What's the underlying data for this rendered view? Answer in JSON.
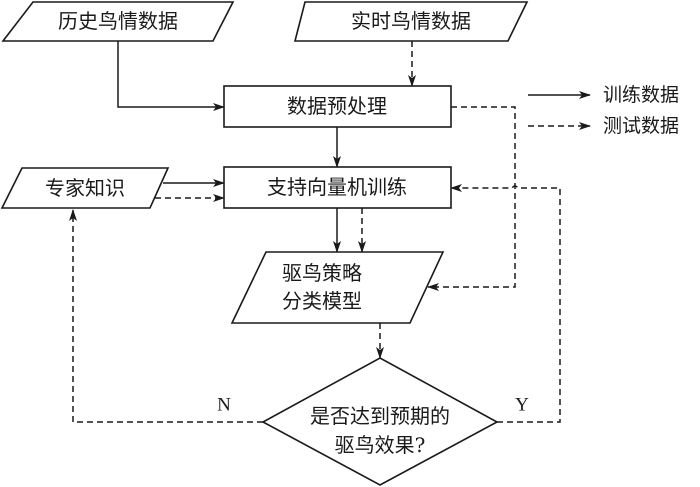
{
  "nodes": {
    "history_data": {
      "label": "历史鸟情数据",
      "shape": "parallelogram"
    },
    "realtime_data": {
      "label": "实时鸟情数据",
      "shape": "parallelogram"
    },
    "preprocess": {
      "label": "数据预处理",
      "shape": "rectangle"
    },
    "expert_knowledge": {
      "label": "专家知识",
      "shape": "parallelogram"
    },
    "svm_training": {
      "label": "支持向量机训练",
      "shape": "rectangle"
    },
    "model": {
      "line1": "驱鸟策略",
      "line2": "分类模型",
      "shape": "parallelogram"
    },
    "decision": {
      "line1": "是否达到预期的",
      "line2": "驱鸟效果?",
      "shape": "diamond"
    }
  },
  "branches": {
    "no": "N",
    "yes": "Y"
  },
  "legend": {
    "solid": "训练数据",
    "dashed": "测试数据"
  },
  "edges": [
    {
      "from": "history_data",
      "to": "preprocess",
      "style": "solid"
    },
    {
      "from": "realtime_data",
      "to": "preprocess",
      "style": "dashed"
    },
    {
      "from": "preprocess",
      "to": "svm_training",
      "style": "solid"
    },
    {
      "from": "expert_knowledge",
      "to": "svm_training",
      "style": "solid"
    },
    {
      "from": "expert_knowledge",
      "to": "svm_training",
      "style": "dashed"
    },
    {
      "from": "svm_training",
      "to": "model",
      "style": "solid"
    },
    {
      "from": "svm_training",
      "to": "model",
      "style": "dashed"
    },
    {
      "from": "preprocess",
      "to": "model",
      "style": "dashed"
    },
    {
      "from": "model",
      "to": "decision",
      "style": "dashed"
    },
    {
      "from": "decision",
      "to": "expert_knowledge",
      "style": "dashed",
      "label": "N"
    },
    {
      "from": "decision",
      "to": "svm_training",
      "style": "dashed",
      "label": "Y"
    }
  ]
}
